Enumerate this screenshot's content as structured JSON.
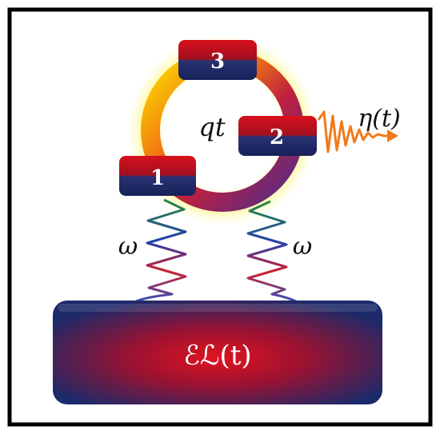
{
  "diagram": {
    "qubits": [
      {
        "label": "1"
      },
      {
        "label": "2"
      },
      {
        "label": "3"
      }
    ],
    "ring_label": "qt",
    "emission_label": "η(t)",
    "coupling_left_label": "ω",
    "coupling_right_label": "ω",
    "environment_label": "ℰℒ(t)",
    "colors": {
      "box_dark": "#1f2f6b",
      "box_red": "#cc1020",
      "ring_yellow": "#f2c400",
      "ring_purple": "#6a2c7a",
      "emission": "#f07a1a",
      "frame": "#000000"
    }
  }
}
